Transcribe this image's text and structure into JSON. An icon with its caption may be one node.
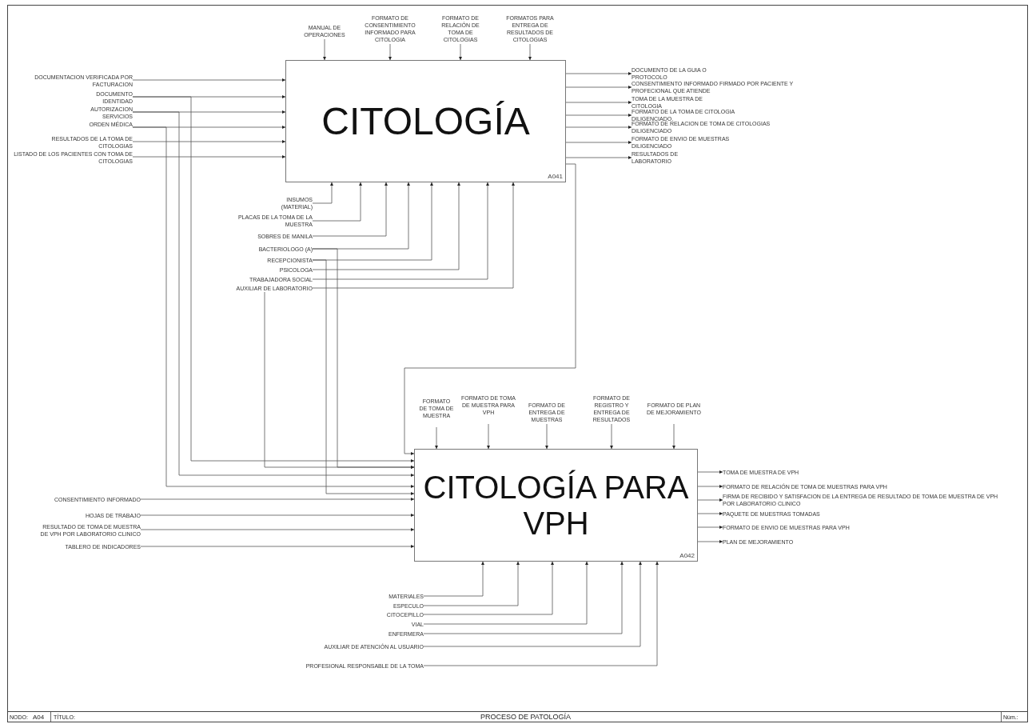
{
  "diagram": {
    "nodes": [
      {
        "text": [
          "CITOLOGÍA",
          "A041"
        ]
      },
      {
        "text": [
          "CITOLOGÍA PARA VPH",
          "A042"
        ]
      },
      {
        "text": [
          "DOCUMENTACION VERIFICADA POR FACTURACION"
        ]
      },
      {
        "text": [
          "DOCUMENTO IDENTIDAD"
        ]
      },
      {
        "text": [
          "AUTORIZACION SERVICIOS"
        ]
      },
      {
        "text": [
          "ORDEN MÉDICA"
        ]
      },
      {
        "text": [
          "RESULTADOS DE LA TOMA DE CITOLOGIAS"
        ]
      },
      {
        "text": [
          "LISTADO DE LOS PACIENTES CON TOMA DE CITOLOGIAS"
        ]
      },
      {
        "text": [
          "MANUAL DE OPERACIONES"
        ]
      },
      {
        "text": [
          "FORMATO DE CONSENTIMIENTO INFORMADO PARA CITOLOGIA"
        ]
      },
      {
        "text": [
          "FORMATO DE RELACIÓN DE TOMA DE CITOLOGIAS"
        ]
      },
      {
        "text": [
          "FORMATOS PARA ENTREGA DE RESULTADOS DE CITOLOGIAS"
        ]
      },
      {
        "text": [
          "DOCUMENTO DE LA GUIA O PROTOCOLO"
        ]
      },
      {
        "text": [
          "CONSENTIMIENTO INFORMADO FIRMADO POR PACIENTE Y PROFECIONAL QUE ATIENDE"
        ]
      },
      {
        "text": [
          "TOMA DE LA MUESTRA DE CITOLOGIA"
        ]
      },
      {
        "text": [
          "FORMATO DE LA TOMA DE CITOLOGIA DILIGENCIADO."
        ]
      },
      {
        "text": [
          "FORMATO DE RELACION DE TOMA DE CITOLOGIAS DILIGENCIADO"
        ]
      },
      {
        "text": [
          "FORMATO DE ENVIO DE MUESTRAS DILIGENCIADO"
        ]
      },
      {
        "text": [
          "RESULTADOS DE LABORATORIO"
        ]
      },
      {
        "text": [
          "INSUMOS (MATERIAL)"
        ]
      },
      {
        "text": [
          "PLACAS DE LA TOMA DE LA MUESTRA"
        ]
      },
      {
        "text": [
          "SOBRES DE MANILA"
        ]
      },
      {
        "text": [
          "BACTERIOLOGO (A)"
        ]
      },
      {
        "text": [
          "RECEPCIONISTA"
        ]
      },
      {
        "text": [
          "PSICOLOGA"
        ]
      },
      {
        "text": [
          "TRABAJADORA SOCIAL"
        ]
      },
      {
        "text": [
          "AUXILIAR DE LABORATORIO"
        ]
      },
      {
        "text": [
          "FORMATO DE TOMA DE MUESTRA"
        ]
      },
      {
        "text": [
          "FORMATO DE TOMA DE MUESTRA PARA VPH"
        ]
      },
      {
        "text": [
          "FORMATO DE ENTREGA DE MUESTRAS"
        ]
      },
      {
        "text": [
          "FORMATO DE REGISTRO Y ENTREGA DE RESULTADOS"
        ]
      },
      {
        "text": [
          "FORMATO DE PLAN DE MEJORAMIENTO"
        ]
      },
      {
        "text": [
          "CONSENTIMIENTO INFORMADO"
        ]
      },
      {
        "text": [
          "HOJAS DE TRABAJO"
        ]
      },
      {
        "text": [
          "RESULTADO DE TOMA DE MUESTRA DE VPH POR LABORATORIO CLINICO"
        ]
      },
      {
        "text": [
          "TABLERO DE INDICADORES"
        ]
      },
      {
        "text": [
          "TOMA DE MUESTRA DE VPH"
        ]
      },
      {
        "text": [
          "FORMATO DE RELACIÓN DE TOMA DE MUESTRAS PARA VPH"
        ]
      },
      {
        "text": [
          "FIRMA DE RECIBIDO Y SATISFACION DE LA ENTREGA DE RESULTADO DE TOMA DE MUESTRA DE VPH POR LABORATORIO CLINICO"
        ]
      },
      {
        "text": [
          "PAQUETE DE MUESTRAS TOMADAS"
        ]
      },
      {
        "text": [
          "FORMATO DE ENVIO DE MUESTRAS PARA VPH"
        ]
      },
      {
        "text": [
          "PLAN DE MEJORAMIENTO"
        ]
      },
      {
        "text": [
          "MATERIALES"
        ]
      },
      {
        "text": [
          "ESPECULO"
        ]
      },
      {
        "text": [
          "CITOCEPILLO"
        ]
      },
      {
        "text": [
          "VIAL"
        ]
      },
      {
        "text": [
          "ENFERMERA"
        ]
      },
      {
        "text": [
          "AUXILIAR DE ATENCIÓN AL USUARIO"
        ]
      },
      {
        "text": [
          "PROFESIONAL RESPONSABLE DE LA TOMA"
        ]
      }
    ],
    "edges": [
      {
        "from": 2,
        "to": 0,
        "arrow": "to"
      },
      {
        "from": 3,
        "to": 0,
        "arrow": "to"
      },
      {
        "from": 4,
        "to": 0,
        "arrow": "to"
      },
      {
        "from": 5,
        "to": 0,
        "arrow": "to"
      },
      {
        "from": 6,
        "to": 0,
        "arrow": "to"
      },
      {
        "from": 7,
        "to": 0,
        "arrow": "to"
      },
      {
        "from": 8,
        "to": 0,
        "arrow": "to"
      },
      {
        "from": 9,
        "to": 0,
        "arrow": "to"
      },
      {
        "from": 10,
        "to": 0,
        "arrow": "to"
      },
      {
        "from": 11,
        "to": 0,
        "arrow": "to"
      },
      {
        "from": 0,
        "to": 12,
        "arrow": "to"
      },
      {
        "from": 0,
        "to": 13,
        "arrow": "to"
      },
      {
        "from": 0,
        "to": 14,
        "arrow": "to"
      },
      {
        "from": 0,
        "to": 15,
        "arrow": "to"
      },
      {
        "from": 0,
        "to": 16,
        "arrow": "to"
      },
      {
        "from": 0,
        "to": 17,
        "arrow": "to"
      },
      {
        "from": 0,
        "to": 18,
        "arrow": "to"
      },
      {
        "from": 19,
        "to": 0,
        "arrow": "to"
      },
      {
        "from": 20,
        "to": 0,
        "arrow": "to"
      },
      {
        "from": 21,
        "to": 0,
        "arrow": "to"
      },
      {
        "from": 22,
        "to": 0,
        "arrow": "to"
      },
      {
        "from": 23,
        "to": 0,
        "arrow": "to"
      },
      {
        "from": 24,
        "to": 0,
        "arrow": "to"
      },
      {
        "from": 25,
        "to": 0,
        "arrow": "to"
      },
      {
        "from": 26,
        "to": 0,
        "arrow": "to"
      },
      {
        "from": 0,
        "to": 1,
        "arrow": "to"
      },
      {
        "from": 3,
        "to": 1,
        "arrow": "to"
      },
      {
        "from": 4,
        "to": 1,
        "arrow": "to"
      },
      {
        "from": 5,
        "to": 1,
        "arrow": "to"
      },
      {
        "from": 22,
        "to": 1,
        "arrow": "to"
      },
      {
        "from": 26,
        "to": 1,
        "arrow": "to"
      },
      {
        "from": 23,
        "to": 1,
        "arrow": "to"
      },
      {
        "from": 27,
        "to": 1,
        "arrow": "to"
      },
      {
        "from": 28,
        "to": 1,
        "arrow": "to"
      },
      {
        "from": 29,
        "to": 1,
        "arrow": "to"
      },
      {
        "from": 30,
        "to": 1,
        "arrow": "to"
      },
      {
        "from": 31,
        "to": 1,
        "arrow": "to"
      },
      {
        "from": 32,
        "to": 1,
        "arrow": "to"
      },
      {
        "from": 33,
        "to": 1,
        "arrow": "to"
      },
      {
        "from": 34,
        "to": 1,
        "arrow": "to"
      },
      {
        "from": 35,
        "to": 1,
        "arrow": "to"
      },
      {
        "from": 1,
        "to": 36,
        "arrow": "to"
      },
      {
        "from": 1,
        "to": 37,
        "arrow": "to"
      },
      {
        "from": 1,
        "to": 38,
        "arrow": "to"
      },
      {
        "from": 1,
        "to": 39,
        "arrow": "to"
      },
      {
        "from": 1,
        "to": 40,
        "arrow": "to"
      },
      {
        "from": 1,
        "to": 41,
        "arrow": "to"
      },
      {
        "from": 42,
        "to": 1,
        "arrow": "to"
      },
      {
        "from": 43,
        "to": 1,
        "arrow": "to"
      },
      {
        "from": 44,
        "to": 1,
        "arrow": "to"
      },
      {
        "from": 45,
        "to": 1,
        "arrow": "to"
      },
      {
        "from": 46,
        "to": 1,
        "arrow": "to"
      },
      {
        "from": 47,
        "to": 1,
        "arrow": "to"
      },
      {
        "from": 48,
        "to": 1,
        "arrow": "to"
      }
    ],
    "labels": [
      "NODO:",
      "A04",
      "TÍTULO:",
      "PROCESO DE PATOLOGÍA",
      "Núm.:"
    ]
  }
}
